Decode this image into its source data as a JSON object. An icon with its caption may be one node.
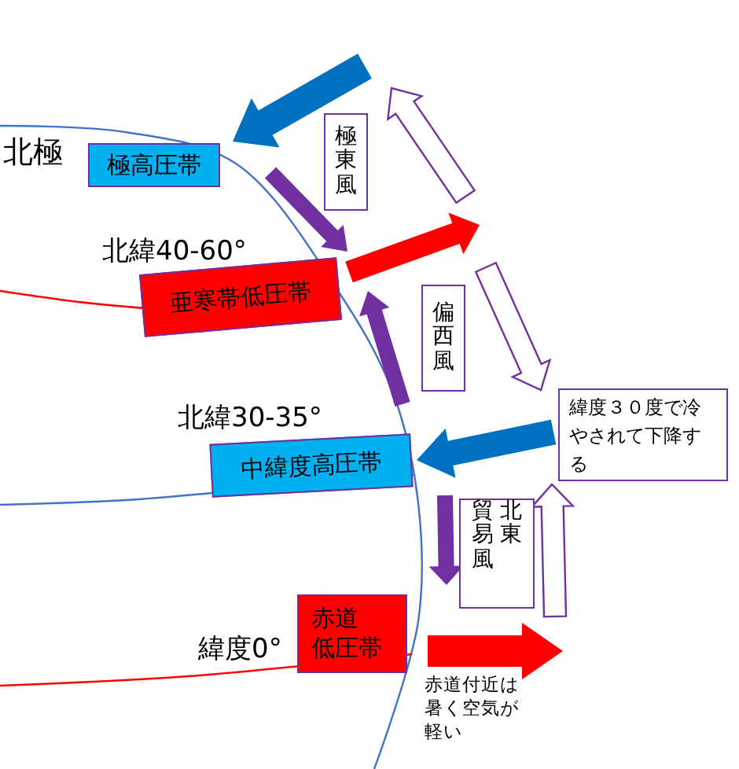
{
  "diagram": {
    "nodes": [
      {
        "text": [
          "極高圧帯"
        ]
      },
      {
        "text": [
          "亜寒帯低圧帯"
        ]
      },
      {
        "text": [
          "中緯度高圧帯"
        ]
      },
      {
        "text": [
          "赤道",
          "低圧帯"
        ]
      },
      {
        "text": [
          "極東風"
        ]
      },
      {
        "text": [
          "偏西風"
        ]
      },
      {
        "text": [
          "貿易風",
          "北東"
        ]
      },
      {
        "text": [
          "緯度３０度で冷やされて下降する"
        ]
      }
    ],
    "edges": [
      {
        "from": null,
        "to": 0,
        "arrow": "to",
        "style": "thick",
        "color": "#0070c0"
      },
      {
        "from": 0,
        "to": 1,
        "arrow": "to",
        "style": "thick",
        "color": "#7030a0"
      },
      {
        "from": 1,
        "to": null,
        "arrow": "to",
        "style": "thick",
        "color": "#ff0000"
      },
      {
        "from": 2,
        "to": 1,
        "arrow": "to",
        "style": "thick",
        "color": "#7030a0"
      },
      {
        "from": 7,
        "to": 2,
        "arrow": "to",
        "style": "thick",
        "color": "#0070c0"
      },
      {
        "from": 2,
        "to": 3,
        "arrow": "to",
        "style": "thick",
        "color": "#7030a0"
      },
      {
        "from": 3,
        "to": null,
        "arrow": "to",
        "style": "thick",
        "color": "#ff0000"
      },
      {
        "from": null,
        "to": 7,
        "arrow": "to",
        "style": "thick",
        "color": "#ffffff"
      }
    ],
    "labels": [
      "北極",
      "北緯40-60°",
      "北緯30-35°",
      "緯度0°",
      "赤道付近は暑く空気が軽い"
    ]
  }
}
